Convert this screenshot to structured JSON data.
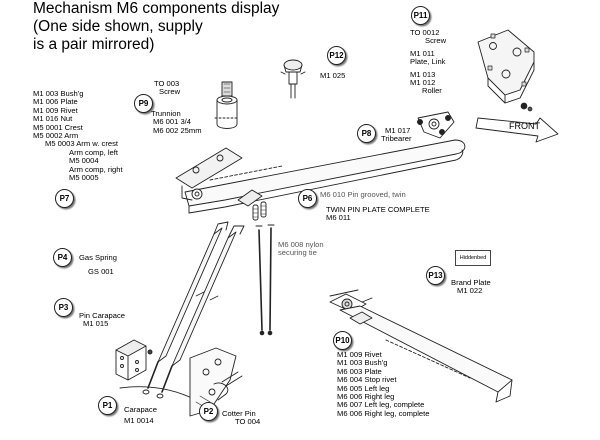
{
  "title_lines": [
    "Mechanism M6 components display",
    "(One side shown, supply",
    "is a pair mirrored)"
  ],
  "brand_plate_text": "Hiddenbed",
  "callouts": [
    {
      "id": "P1",
      "label": "P1"
    },
    {
      "id": "P2",
      "label": "P2"
    },
    {
      "id": "P3",
      "label": "P3"
    },
    {
      "id": "P4",
      "label": "P4"
    },
    {
      "id": "P6",
      "label": "P6"
    },
    {
      "id": "P7",
      "label": "P7"
    },
    {
      "id": "P8",
      "label": "P8"
    },
    {
      "id": "P9",
      "label": "P9"
    },
    {
      "id": "P10",
      "label": "P10"
    },
    {
      "id": "P11",
      "label": "P11"
    },
    {
      "id": "P12",
      "label": "P12"
    },
    {
      "id": "P13",
      "label": "P13"
    }
  ],
  "labels": {
    "p10": [
      "TO 0012",
      "Screw",
      "",
      "M1 011",
      "Plate, Link",
      "",
      "M1 013",
      "M1 012",
      "Roller"
    ],
    "p11": [
      "M1 025"
    ],
    "p9_screw": [
      "TO 003",
      "Screw"
    ],
    "p9_trunnion": [
      "Trunnion",
      "M6 001 3/4",
      "M6 002 25mm"
    ],
    "p7": [
      "M1 003 Bush'g",
      "M1 006 Plate",
      "M1 009 Rivet",
      "M1 016 Nut",
      "M5 0001 Crest",
      "M5 0002 Arm",
      "M5 0003 Arm w. crest",
      "Arm comp, left",
      "M5 0004",
      "Arm comp, right",
      "M5 0005"
    ],
    "p8": [
      "M1 017",
      "Tribearer"
    ],
    "front": "FRONT",
    "p6_pin": "M6 010  Pin grooved, twin",
    "twin_pin": [
      "TWIN PIN PLATE COMPLETE",
      "M6 011"
    ],
    "nylon_tie": [
      "M6  008 nylon",
      "securing tie"
    ],
    "p4": [
      "Gas Spring",
      "",
      "GS 001"
    ],
    "p12": [
      "Brand Plate",
      "M1 022"
    ],
    "p3": [
      "Pin Carapace",
      "M1 015"
    ],
    "p13_bold": [
      "M1 009 Rivet",
      "M1 003 Bush'g"
    ],
    "p13_grey": [
      "M6  003    Plate",
      "M6  004    Stop rivet",
      "M6  005    Left leg",
      "M6  006    Right leg",
      "M6  007    Left leg, complete",
      "M6  006    Right leg, complete"
    ],
    "p1": [
      "Carapace",
      "M1 0014"
    ],
    "p2": [
      "Cotter Pin",
      "TO 004"
    ]
  }
}
